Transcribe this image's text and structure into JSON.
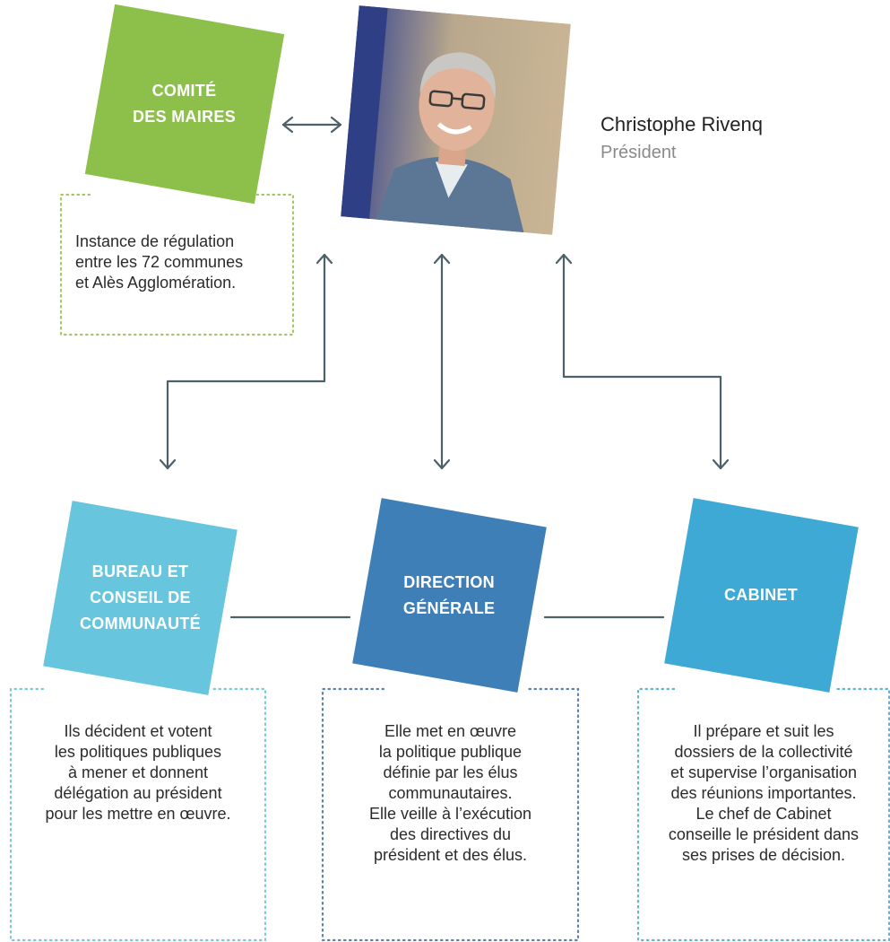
{
  "president": {
    "name": "Christophe Rivenq",
    "role": "Président"
  },
  "comite": {
    "label": "COMITÉ\nDES MAIRES",
    "color": "#8dc04b",
    "description": "Instance de régulation\nentre les 72 communes\net Alès Agglomération."
  },
  "bureau": {
    "label": "BUREAU ET\nCONSEIL DE\nCOMMUNAUTÉ",
    "color": "#67c6dd",
    "description": "Ils décident et votent\nles politiques publiques\nà mener et donnent\ndélégation au président\npour les mettre en œuvre."
  },
  "direction": {
    "label": "DIRECTION\nGÉNÉRALE",
    "color": "#3f7fb8",
    "description": "Elle met en œuvre\nla politique publique\ndéfinie par les élus\ncommunautaires.\nElle veille à l’exécution\ndes directives du\nprésident et des élus."
  },
  "cabinet": {
    "label": "CABINET",
    "color": "#3fa9d6",
    "description": "Il prépare et suit les\ndossiers de la collectivité\net supervise l’organisation\ndes réunions importantes.\nLe chef de Cabinet\nconseille le président dans\nses prises de décision."
  },
  "colors": {
    "connector": "#4d6168",
    "dotted_green": "#a6c46a",
    "dotted_lightblue": "#7cc8db",
    "dotted_darkblue": "#5a82b4",
    "dotted_cabinet": "#62b3d6"
  }
}
